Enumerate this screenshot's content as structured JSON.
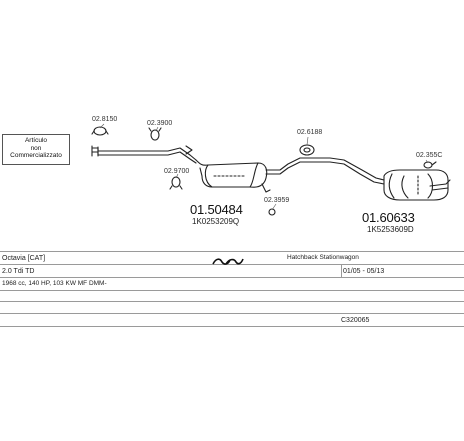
{
  "notice": {
    "line1": "Artículo",
    "line2": "non",
    "line3": "Commercializzato"
  },
  "parts": {
    "clamp_a": "02.8150",
    "clamp_b": "02.3900",
    "clamp_c": "02.9700",
    "clamp_d": "02.3959",
    "ring_a": "02.6188",
    "ring_b": "02.355C",
    "silencer_mid_code": "01.50484",
    "silencer_mid_oem": "1K0253209Q",
    "silencer_rear_code": "01.60633",
    "silencer_rear_oem": "1K5253609D"
  },
  "vehicle": {
    "model": "Octavia  [CAT]",
    "body": "Hatchback Stationwagon",
    "engine": "2.0 Tdi TD",
    "years": "01/05 - 05/13",
    "spec": "1968 cc, 140 HP, 103 KW MF DMM-",
    "ref": "C320065"
  }
}
